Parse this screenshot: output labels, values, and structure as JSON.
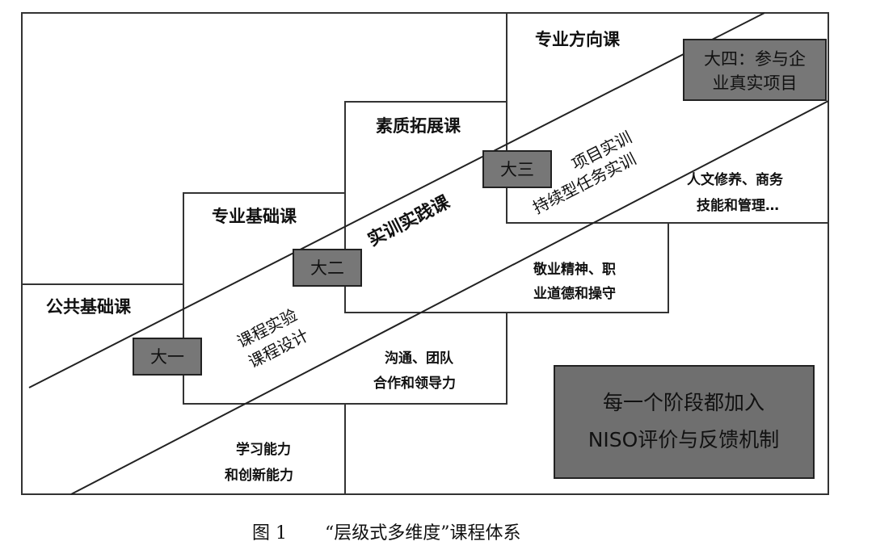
{
  "courses": {
    "public": "公共基础课",
    "professional": "专业基础课",
    "quality": "素质拓展课",
    "direction": "专业方向课",
    "practice": "实训实践课"
  },
  "years": {
    "y1": "大一",
    "y2": "大二",
    "y3": "大三",
    "y4_line1": "大四：参与企",
    "y4_line2": "业真实项目"
  },
  "band_texts": {
    "y1_line1": "课程实验",
    "y1_line2": "课程设计",
    "y3_line1": "项目实训",
    "y3_line2": "持续型任务实训"
  },
  "abilities": {
    "learning_line1": "学习能力",
    "learning_line2": "和创新能力",
    "team_line1": "沟通、团队",
    "team_line2": "合作和领导力",
    "ethics_line1": "敬业精神、职",
    "ethics_line2": "业道德和操守",
    "humanities_line1": "人文修养、商务",
    "humanities_line2": "技能和管理…"
  },
  "note": {
    "line1": "每一个阶段都加入",
    "line2": "NISO评价与反馈机制"
  },
  "caption": {
    "label": "图 1",
    "title": "“层级式多维度”课程体系"
  }
}
